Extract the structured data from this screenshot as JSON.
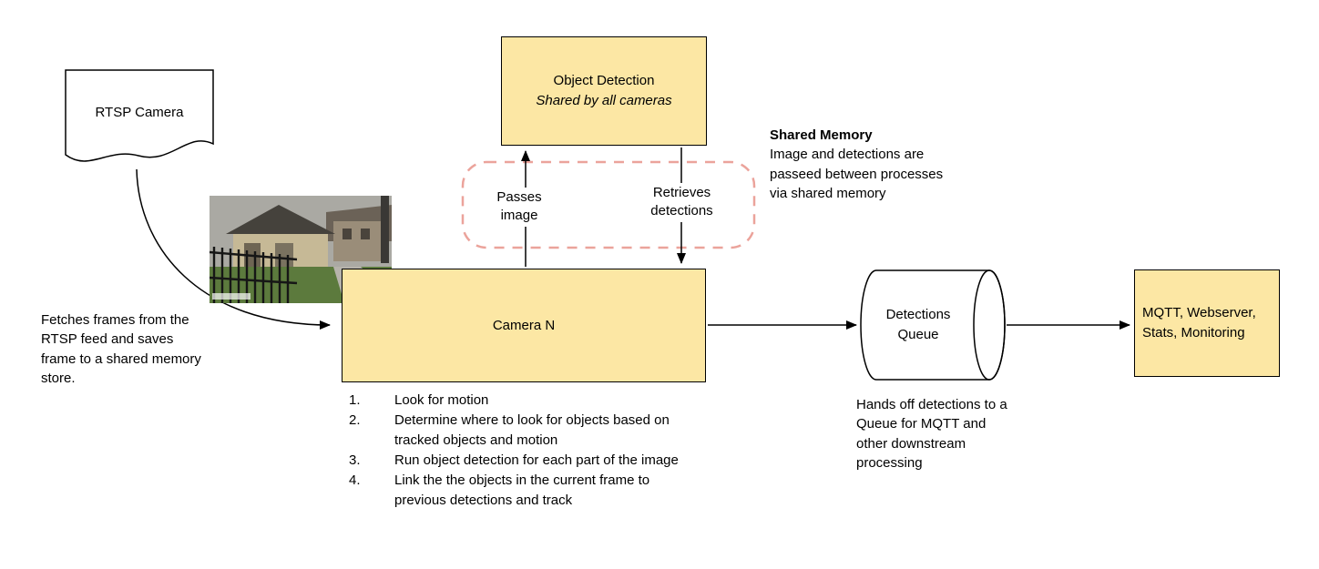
{
  "colors": {
    "box_fill": "#FCE7A4",
    "box_border": "#000000",
    "dashed_border": "#EBA39B",
    "arrow": "#000000"
  },
  "diagram": {
    "rtsp_camera": {
      "label": "RTSP Camera"
    },
    "fetch_note": "Fetches frames from the RTSP feed and saves frame to a shared memory store.",
    "object_detection": {
      "title": "Object Detection",
      "subtitle": "Shared by all cameras"
    },
    "edges": {
      "passes_image": "Passes image",
      "retrieves_detections": "Retrieves detections"
    },
    "shared_memory": {
      "title": "Shared Memory",
      "body": "Image and detections are passeed between processes via shared memory"
    },
    "camera_n": {
      "label": "Camera N",
      "steps": [
        {
          "num": "1.",
          "text": "Look for motion"
        },
        {
          "num": "2.",
          "text": "Determine where to look for objects based on tracked objects and motion"
        },
        {
          "num": "3.",
          "text": "Run object detection for each part of the image"
        },
        {
          "num": "4.",
          "text": "Link the the objects in the current frame to previous detections and track"
        }
      ]
    },
    "detections_queue": {
      "label": "Detections Queue",
      "note": "Hands off detections to a Queue for MQTT and other downstream processing"
    },
    "outputs": {
      "label": "MQTT, Webserver, Stats, Monitoring"
    }
  }
}
